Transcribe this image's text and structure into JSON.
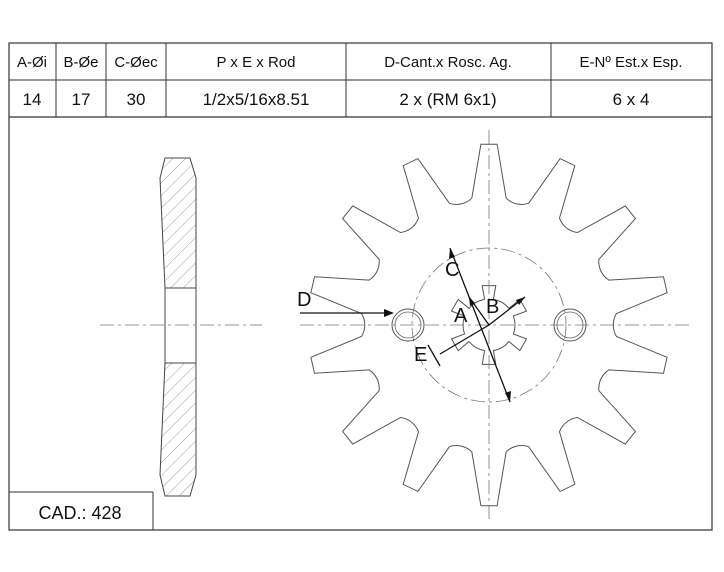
{
  "table": {
    "headers": [
      "A-Øi",
      "B-Øe",
      "C-Øec",
      "P x E x Rod",
      "D-Cant.x Rosc. Ag.",
      "E-Nº Est.x Esp."
    ],
    "values": [
      "14",
      "17",
      "30",
      "1/2x5/16x8.51",
      "2 x (RM 6x1)",
      "6 x 4"
    ]
  },
  "labels": {
    "a": "A",
    "b": "B",
    "c": "C",
    "d": "D",
    "e": "E"
  },
  "cad": "CAD.: 428",
  "sprocket": {
    "teeth": 14,
    "splines": 6,
    "bolt_holes": 2
  }
}
